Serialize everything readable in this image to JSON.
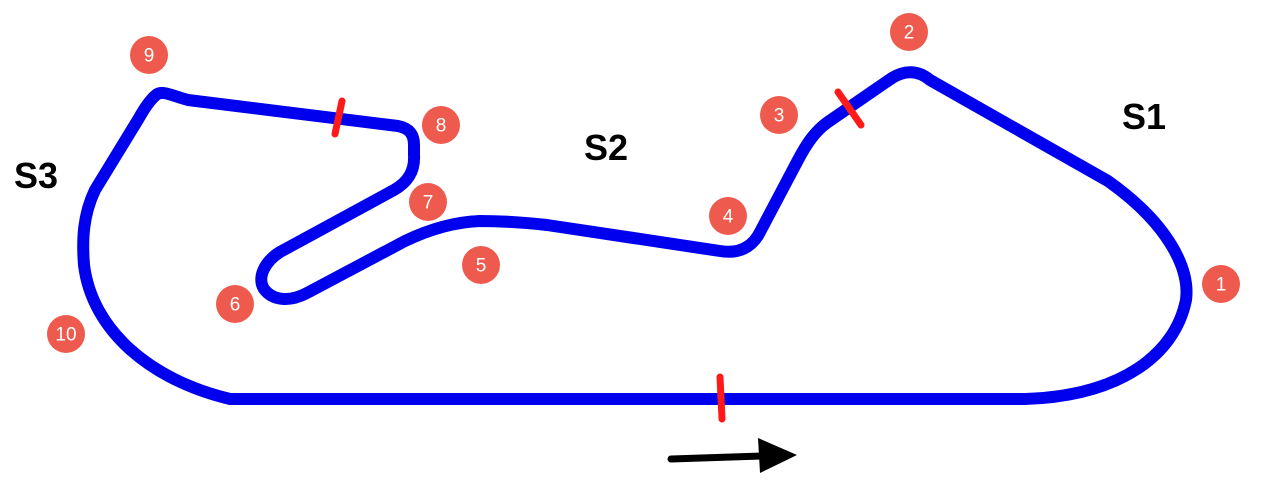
{
  "colors": {
    "track": "#0000ee",
    "sector_marker": "#ff1a1a",
    "turn_badge": "#ef5a4e",
    "turn_text": "#ffffff",
    "arrow": "#000000"
  },
  "sectors": [
    {
      "label": "S1"
    },
    {
      "label": "S2"
    },
    {
      "label": "S3"
    }
  ],
  "turns": [
    {
      "label": "1"
    },
    {
      "label": "2"
    },
    {
      "label": "3"
    },
    {
      "label": "4"
    },
    {
      "label": "5"
    },
    {
      "label": "6"
    },
    {
      "label": "7"
    },
    {
      "label": "8"
    },
    {
      "label": "9"
    },
    {
      "label": "10"
    }
  ],
  "direction_icon": "arrow-right-icon"
}
